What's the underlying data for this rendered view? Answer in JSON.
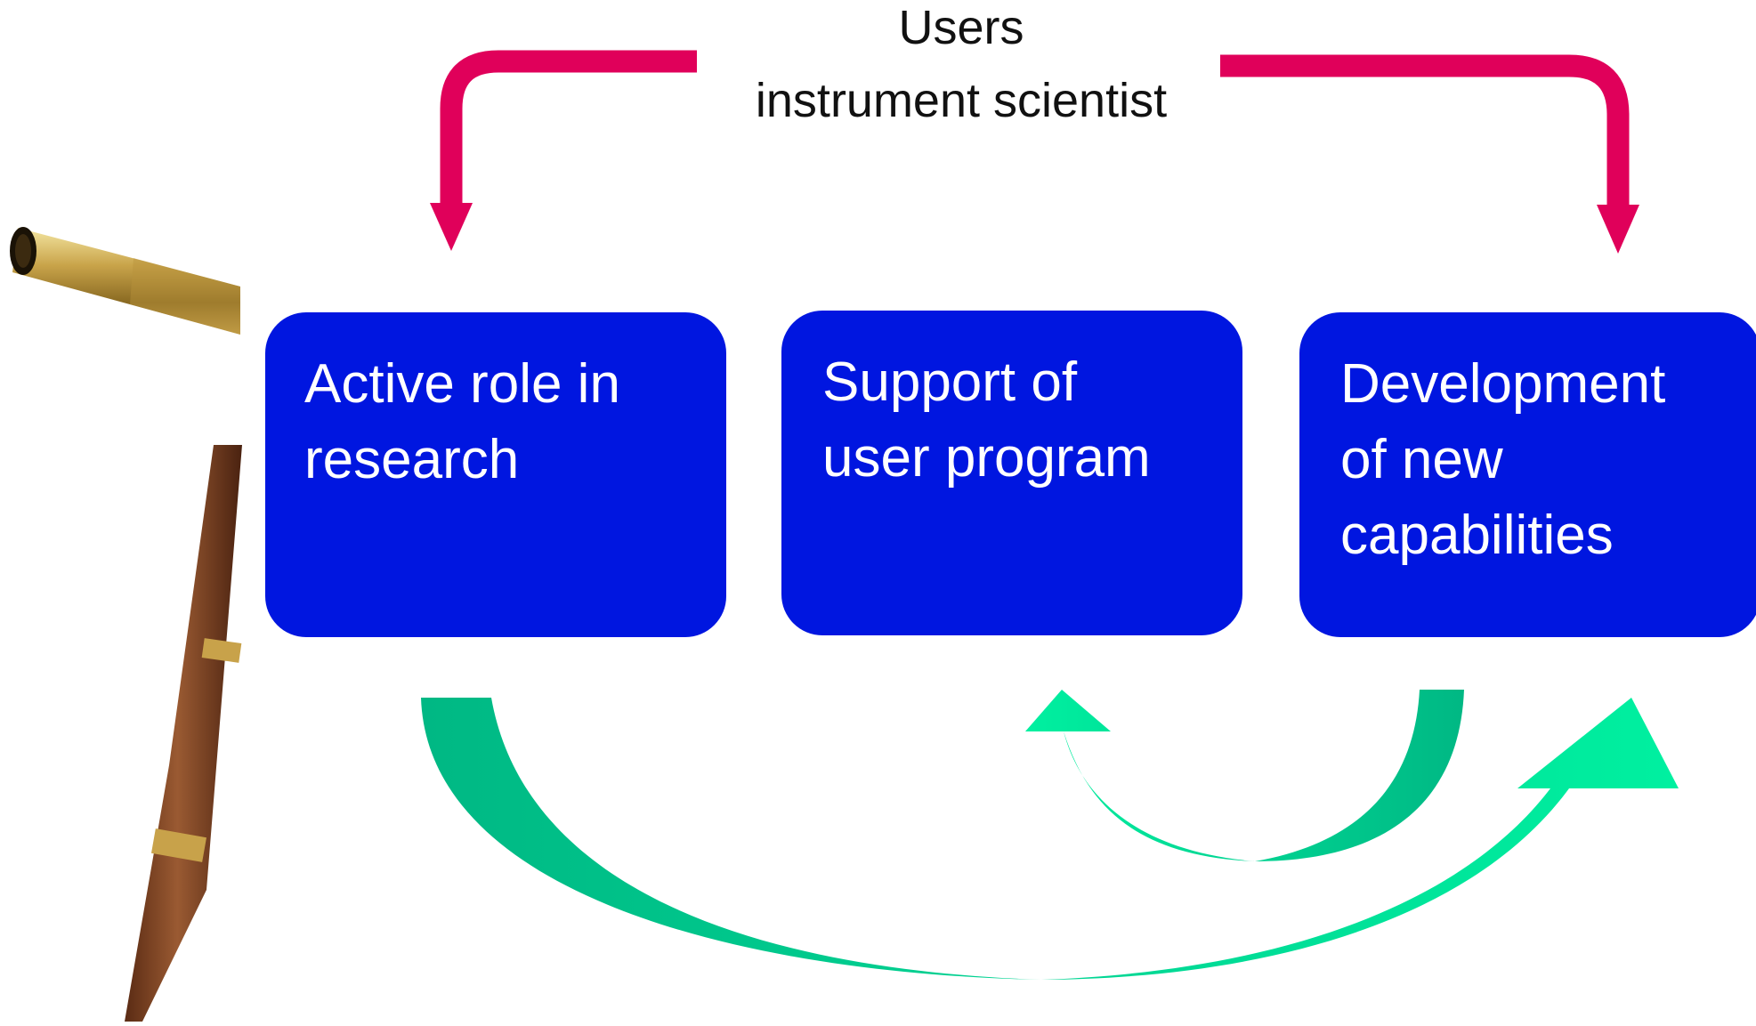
{
  "top_label": {
    "line1": "Users",
    "line2": "instrument scientist"
  },
  "boxes": [
    {
      "id": "research",
      "lines": [
        "Active role in",
        "research"
      ]
    },
    {
      "id": "support",
      "lines": [
        "Support of",
        "user program"
      ]
    },
    {
      "id": "dev",
      "lines": [
        "Development",
        "of new",
        "capabilities"
      ]
    }
  ],
  "colors": {
    "box_fill": "#0016e0",
    "box_text": "#ffffff",
    "top_arrows": "#e0005a",
    "bottom_arrows_dark": "#00b884",
    "bottom_arrows_light": "#00f0a0"
  },
  "icons": {
    "left_illustration": "telescope-icon"
  }
}
